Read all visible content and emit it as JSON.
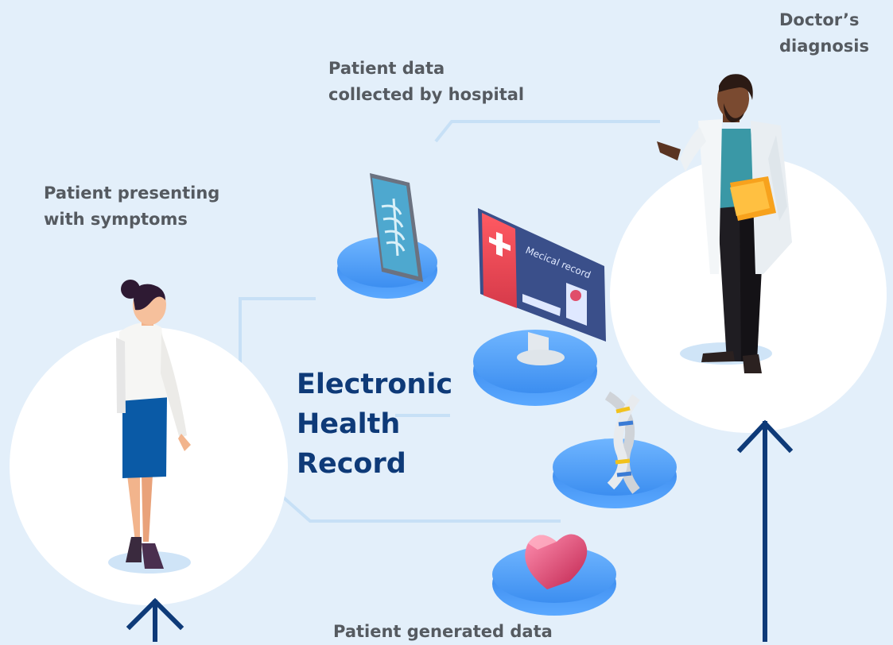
{
  "labels": {
    "doctor_line1": "Doctor’s",
    "doctor_line2": "diagnosis",
    "hospital_line1": "Patient data",
    "hospital_line2": "collected by hospital",
    "patient_line1": "Patient presenting",
    "patient_line2": "with symptoms",
    "generated": "Patient generated data"
  },
  "center": {
    "line1": "Electronic",
    "line2": "Health",
    "line3": "Record"
  },
  "monitor": {
    "screen_text": "Mecical record"
  },
  "colors": {
    "background": "#e3effa",
    "accent": "#0e3a78",
    "label": "#555a60",
    "platform": "#4a9eff",
    "connector": "#c7e0f6"
  }
}
